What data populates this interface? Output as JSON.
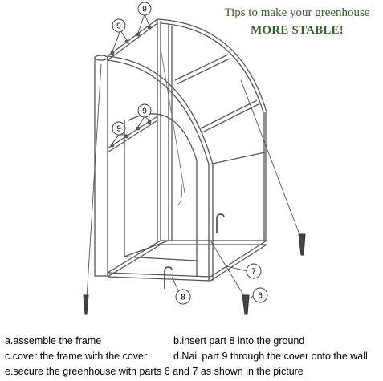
{
  "tips": {
    "line1": "Tips to make your greenhouse",
    "line2": "MORE STABLE!"
  },
  "callouts": {
    "part9": "9",
    "part8": "8",
    "part7": "7",
    "part6": "6"
  },
  "instructions": {
    "a": "a.assemble the frame",
    "b": "b.insert part 8 into the ground",
    "c": "c.cover the frame with the cover",
    "d": "d.Nail part  9 through the cover onto the wall",
    "e": "e.secure the greenhouse with parts 6 and 7 as shown in the picture"
  },
  "colors": {
    "tip_text": "#2d6a1f",
    "line": "#555555"
  }
}
